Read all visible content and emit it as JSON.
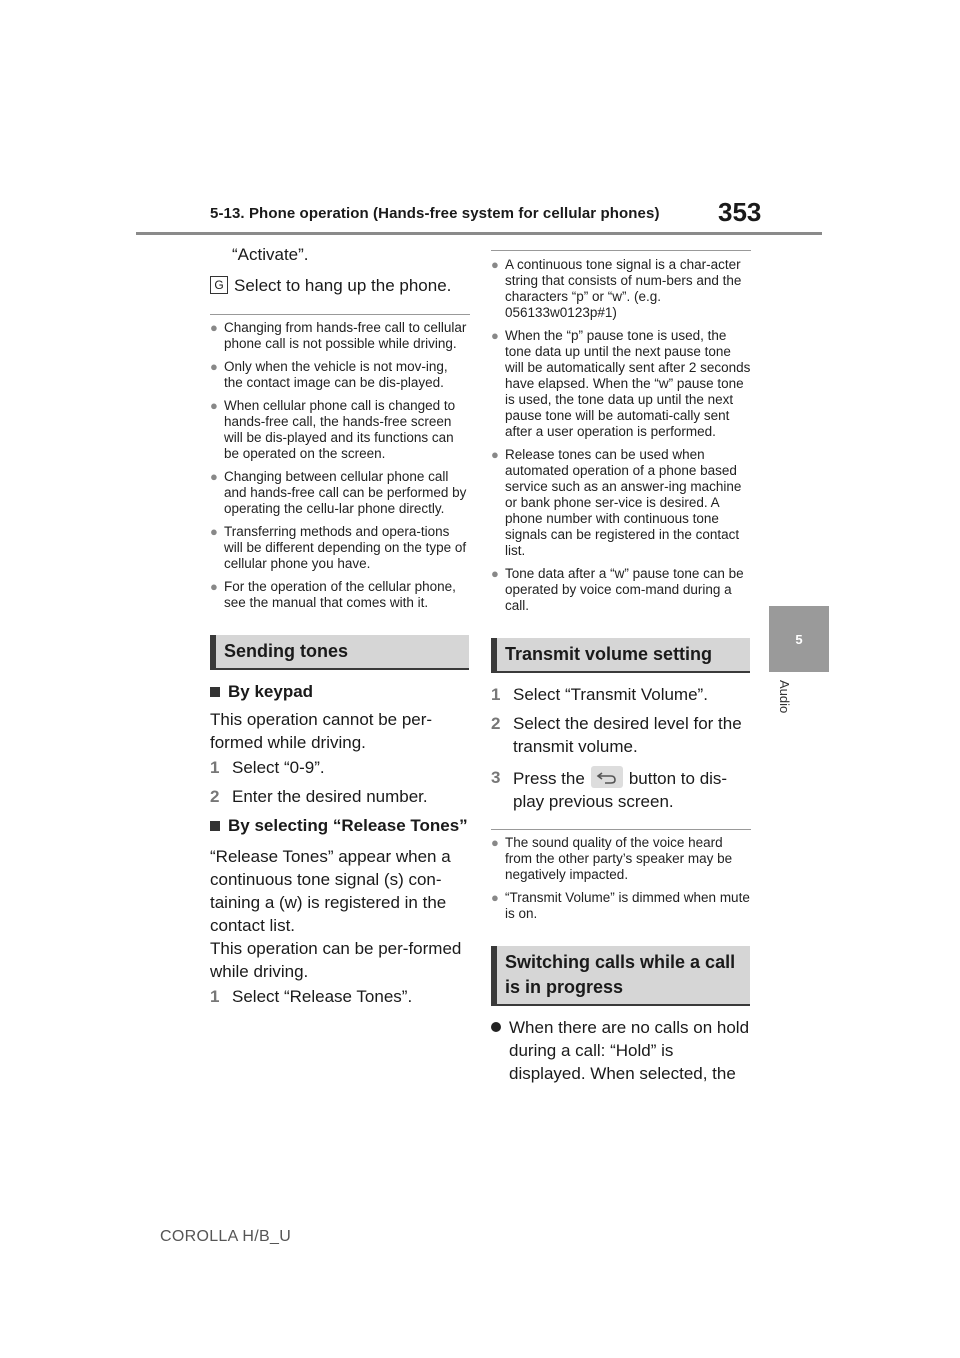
{
  "header": {
    "title": "5-13. Phone operation (Hands-free system for cellular phones)",
    "page_number": "353"
  },
  "side_tab": {
    "number": "5",
    "label": "Audio"
  },
  "footer": "COROLLA H/B_U",
  "left": {
    "activate": "“Activate”.",
    "item_g": {
      "badge": "G",
      "text": "Select to hang up the phone."
    },
    "notes": [
      "Changing from hands-free call to cellular phone call is not possible while driving.",
      "Only when the vehicle is not mov-ing, the contact image can be dis-played.",
      "When cellular phone call is changed to hands-free call, the hands-free screen will be dis-played and its functions can be operated on the screen.",
      "Changing between cellular phone call and hands-free call can be performed by operating the cellu-lar phone directly.",
      "Transferring methods and opera-tions will be different depending on the type of cellular phone you have.",
      "For the operation of the cellular phone, see the manual that comes with it."
    ],
    "section_sending": "Sending tones",
    "by_keypad": "By keypad",
    "keypad_text": "This operation cannot be per-formed while driving.",
    "keypad_steps": [
      {
        "num": "1",
        "text": "Select “0-9”."
      },
      {
        "num": "2",
        "text": "Enter the desired number."
      }
    ],
    "by_release": "By selecting “Release Tones”",
    "release_text_1": "“Release Tones” appear when a continuous tone signal (s) con-taining a (w) is registered in the contact list.",
    "release_text_2": "This operation can be per-formed while driving.",
    "release_steps": [
      {
        "num": "1",
        "text": "Select “Release Tones”."
      }
    ]
  },
  "right": {
    "notes": [
      "A continuous tone signal is a char-acter string that consists of num-bers and the characters “p” or “w”. (e.g. 056133w0123p#1)",
      "When the “p” pause tone is used, the tone data up until the next pause tone will be automatically sent after 2 seconds have elapsed. When the “w” pause tone is used, the tone data up until the next pause tone will be automati-cally sent after a user operation is performed.",
      "Release tones can be used when automated operation of a phone based service such as an answer-ing machine or bank phone ser-vice is desired. A phone number with continuous tone signals can be registered in the contact list.",
      "Tone data after a “w” pause tone can be operated by voice com-mand during a call."
    ],
    "section_transmit": "Transmit volume setting",
    "transmit_steps": [
      {
        "num": "1",
        "text": "Select “Transmit Volume”."
      },
      {
        "num": "2",
        "text": "Select the desired level for the transmit volume."
      }
    ],
    "step3": {
      "num": "3",
      "before": "Press the",
      "after": "button to dis-play previous screen."
    },
    "notes2": [
      "The sound quality of the voice heard from the other party’s speaker may be negatively impacted.",
      "“Transmit Volume” is dimmed when mute is on."
    ],
    "section_switching": "Switching calls while a call is in progress",
    "switch_item": "When there are no calls on hold during a call: “Hold” is displayed. When selected, the"
  }
}
